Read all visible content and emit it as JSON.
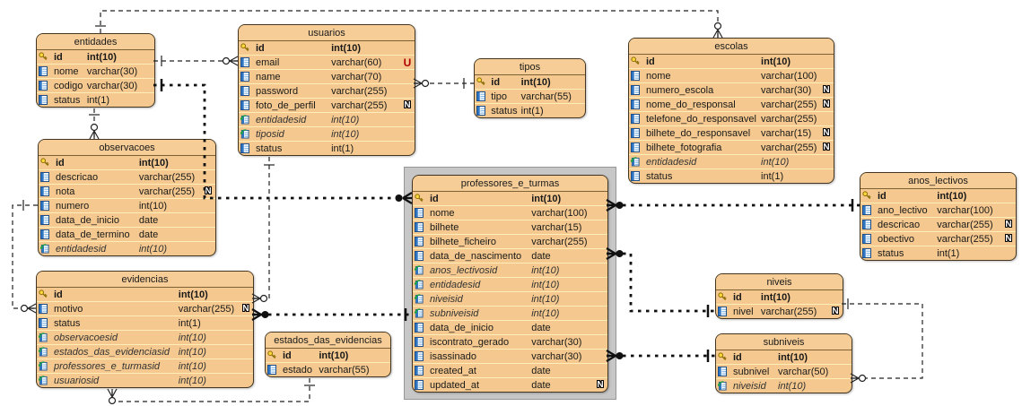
{
  "meta": {
    "diagram_type": "EER database diagram",
    "selected_table": "professores_e_turmas",
    "colors": {
      "table_fill": "#f4c88e",
      "table_header": "#f6cd97",
      "row_separator": "#fdeeb8",
      "selection_frame": "#c7c7c7",
      "unique_flag": "#b00000",
      "key_icon": "#ffd83d",
      "column_icon": "#2e75c3",
      "fk_arrow": "#1e9e4b"
    }
  },
  "tables": {
    "entidades": {
      "title": "entidades",
      "columns": [
        {
          "name": "id",
          "type": "int(10)",
          "flag": ""
        },
        {
          "name": "nome",
          "type": "varchar(30)",
          "flag": ""
        },
        {
          "name": "codigo",
          "type": "varchar(30)",
          "flag": ""
        },
        {
          "name": "status",
          "type": "int(1)",
          "flag": ""
        }
      ]
    },
    "usuarios": {
      "title": "usuarios",
      "columns": [
        {
          "name": "id",
          "type": "int(10)",
          "flag": ""
        },
        {
          "name": "email",
          "type": "varchar(60)",
          "flag": "U"
        },
        {
          "name": "name",
          "type": "varchar(70)",
          "flag": ""
        },
        {
          "name": "password",
          "type": "varchar(255)",
          "flag": ""
        },
        {
          "name": "foto_de_perfil",
          "type": "varchar(255)",
          "flag": "N"
        },
        {
          "name": "entidadesid",
          "type": "int(10)",
          "flag": ""
        },
        {
          "name": "tiposid",
          "type": "int(10)",
          "flag": ""
        },
        {
          "name": "status",
          "type": "int(1)",
          "flag": ""
        }
      ]
    },
    "tipos": {
      "title": "tipos",
      "columns": [
        {
          "name": "id",
          "type": "int(10)",
          "flag": ""
        },
        {
          "name": "tipo",
          "type": "varchar(55)",
          "flag": ""
        },
        {
          "name": "status",
          "type": "int(1)",
          "flag": ""
        }
      ]
    },
    "escolas": {
      "title": "escolas",
      "columns": [
        {
          "name": "id",
          "type": "int(10)",
          "flag": ""
        },
        {
          "name": "nome",
          "type": "varchar(100)",
          "flag": ""
        },
        {
          "name": "numero_escola",
          "type": "varchar(30)",
          "flag": "N"
        },
        {
          "name": "nome_do_responsal",
          "type": "varchar(255)",
          "flag": "N"
        },
        {
          "name": "telefone_do_responsavel",
          "type": "varchar(255)",
          "flag": ""
        },
        {
          "name": "bilhete_do_responsavel",
          "type": "varchar(15)",
          "flag": "N"
        },
        {
          "name": "bilhete_fotografia",
          "type": "varchar(255)",
          "flag": "N"
        },
        {
          "name": "entidadesid",
          "type": "int(10)",
          "flag": ""
        },
        {
          "name": "status",
          "type": "int(1)",
          "flag": ""
        }
      ]
    },
    "observacoes": {
      "title": "observacoes",
      "columns": [
        {
          "name": "id",
          "type": "int(10)",
          "flag": ""
        },
        {
          "name": "descricao",
          "type": "varchar(255)",
          "flag": ""
        },
        {
          "name": "nota",
          "type": "varchar(255)",
          "flag": "N"
        },
        {
          "name": "numero",
          "type": "int(10)",
          "flag": ""
        },
        {
          "name": "data_de_inicio",
          "type": "date",
          "flag": ""
        },
        {
          "name": "data_de_termino",
          "type": "date",
          "flag": ""
        },
        {
          "name": "entidadesid",
          "type": "int(10)",
          "flag": ""
        }
      ]
    },
    "professores_e_turmas": {
      "title": "professores_e_turmas",
      "columns": [
        {
          "name": "id",
          "type": "int(10)",
          "flag": ""
        },
        {
          "name": "nome",
          "type": "varchar(100)",
          "flag": ""
        },
        {
          "name": "bilhete",
          "type": "varchar(15)",
          "flag": ""
        },
        {
          "name": "bilhete_ficheiro",
          "type": "varchar(255)",
          "flag": ""
        },
        {
          "name": "data_de_nascimento",
          "type": "date",
          "flag": ""
        },
        {
          "name": "anos_lectivosid",
          "type": "int(10)",
          "flag": ""
        },
        {
          "name": "entidadesid",
          "type": "int(10)",
          "flag": ""
        },
        {
          "name": "niveisid",
          "type": "int(10)",
          "flag": ""
        },
        {
          "name": "subniveisid",
          "type": "int(10)",
          "flag": ""
        },
        {
          "name": "data_de_inicio",
          "type": "date",
          "flag": ""
        },
        {
          "name": "iscontrato_gerado",
          "type": "varchar(30)",
          "flag": ""
        },
        {
          "name": "isassinado",
          "type": "varchar(30)",
          "flag": ""
        },
        {
          "name": "created_at",
          "type": "date",
          "flag": ""
        },
        {
          "name": "updated_at",
          "type": "date",
          "flag": "N"
        }
      ]
    },
    "anos_lectivos": {
      "title": "anos_lectivos",
      "columns": [
        {
          "name": "id",
          "type": "int(10)",
          "flag": ""
        },
        {
          "name": "ano_lectivo",
          "type": "varchar(100)",
          "flag": ""
        },
        {
          "name": "descricao",
          "type": "varchar(255)",
          "flag": "N"
        },
        {
          "name": "obectivo",
          "type": "varchar(255)",
          "flag": "N"
        },
        {
          "name": "status",
          "type": "int(1)",
          "flag": ""
        }
      ]
    },
    "niveis": {
      "title": "niveis",
      "columns": [
        {
          "name": "id",
          "type": "int(10)",
          "flag": ""
        },
        {
          "name": "nivel",
          "type": "varchar(255)",
          "flag": "N"
        }
      ]
    },
    "subniveis": {
      "title": "subniveis",
      "columns": [
        {
          "name": "id",
          "type": "int(10)",
          "flag": ""
        },
        {
          "name": "subnivel",
          "type": "varchar(50)",
          "flag": ""
        },
        {
          "name": "niveisid",
          "type": "int(10)",
          "flag": ""
        }
      ]
    },
    "evidencias": {
      "title": "evidencias",
      "columns": [
        {
          "name": "id",
          "type": "int(10)",
          "flag": ""
        },
        {
          "name": "motivo",
          "type": "varchar(255)",
          "flag": "N"
        },
        {
          "name": "status",
          "type": "int(1)",
          "flag": ""
        },
        {
          "name": "observacoesid",
          "type": "int(10)",
          "flag": ""
        },
        {
          "name": "estados_das_evidenciasid",
          "type": "int(10)",
          "flag": ""
        },
        {
          "name": "professores_e_turmasid",
          "type": "int(10)",
          "flag": ""
        },
        {
          "name": "usuariosid",
          "type": "int(10)",
          "flag": ""
        }
      ]
    },
    "estados_das_evidencias": {
      "title": "estados_das_evidencias",
      "columns": [
        {
          "name": "id",
          "type": "int(10)",
          "flag": ""
        },
        {
          "name": "estado",
          "type": "varchar(55)",
          "flag": ""
        }
      ]
    }
  },
  "relations": [
    {
      "one": "entidades",
      "many": "usuarios",
      "fk": "entidadesid",
      "style": "thin"
    },
    {
      "one": "tipos",
      "many": "usuarios",
      "fk": "tiposid",
      "style": "thin"
    },
    {
      "one": "entidades",
      "many": "escolas",
      "fk": "entidadesid",
      "style": "thin"
    },
    {
      "one": "entidades",
      "many": "observacoes",
      "fk": "entidadesid",
      "style": "thin"
    },
    {
      "one": "entidades",
      "many": "professores_e_turmas",
      "fk": "entidadesid",
      "style": "bold"
    },
    {
      "one": "usuarios",
      "many": "evidencias",
      "fk": "usuariosid",
      "style": "thin"
    },
    {
      "one": "observacoes",
      "many": "evidencias",
      "fk": "observacoesid",
      "style": "thin"
    },
    {
      "one": "estados_das_evidencias",
      "many": "evidencias",
      "fk": "estados_das_evidenciasid",
      "style": "thin"
    },
    {
      "one": "professores_e_turmas",
      "many": "evidencias",
      "fk": "professores_e_turmasid",
      "style": "bold"
    },
    {
      "one": "anos_lectivos",
      "many": "professores_e_turmas",
      "fk": "anos_lectivosid",
      "style": "bold"
    },
    {
      "one": "niveis",
      "many": "professores_e_turmas",
      "fk": "niveisid",
      "style": "bold"
    },
    {
      "one": "subniveis",
      "many": "professores_e_turmas",
      "fk": "subniveisid",
      "style": "bold"
    },
    {
      "one": "niveis",
      "many": "subniveis",
      "fk": "niveisid",
      "style": "thin"
    }
  ]
}
